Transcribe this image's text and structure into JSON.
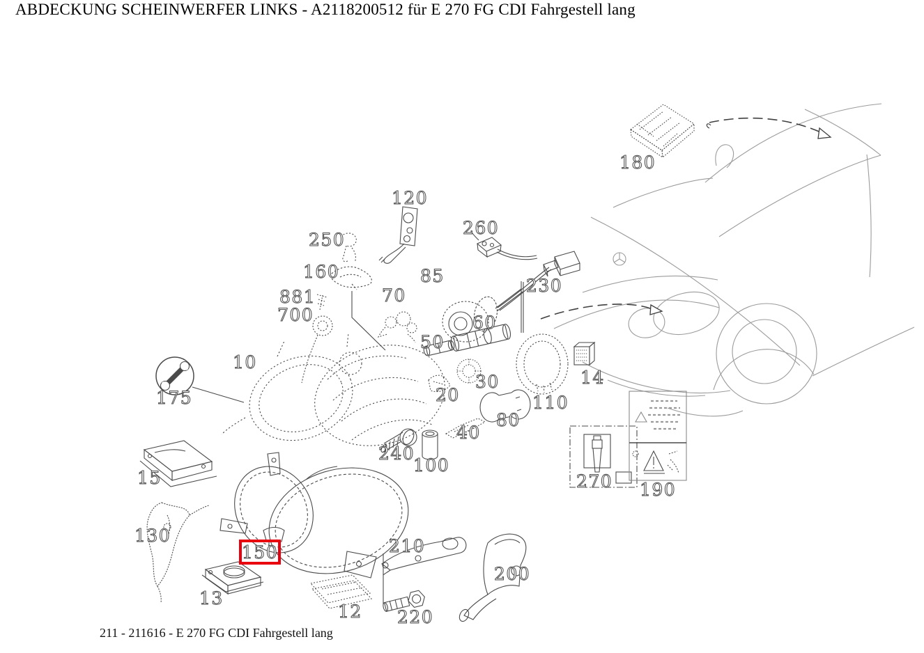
{
  "title": "ABDECKUNG SCHEINWERFER LINKS - A2118200512 für E 270 FG CDI Fahrgestell lang",
  "caption": "211 - 211616 - E 270 FG CDI Fahrgestell lang",
  "diagram": {
    "type": "exploded-parts-diagram",
    "highlighted_part": "150",
    "highlight_color": "#e8000e",
    "line_color": "#4a4a4a",
    "car_line_color": "#9b9b9b",
    "parts": [
      {
        "label": "10"
      },
      {
        "label": "12"
      },
      {
        "label": "13"
      },
      {
        "label": "14"
      },
      {
        "label": "15"
      },
      {
        "label": "20"
      },
      {
        "label": "30"
      },
      {
        "label": "40"
      },
      {
        "label": "50"
      },
      {
        "label": "60"
      },
      {
        "label": "70"
      },
      {
        "label": "80"
      },
      {
        "label": "85"
      },
      {
        "label": "100"
      },
      {
        "label": "110"
      },
      {
        "label": "120"
      },
      {
        "label": "130"
      },
      {
        "label": "150"
      },
      {
        "label": "160"
      },
      {
        "label": "175"
      },
      {
        "label": "180"
      },
      {
        "label": "190"
      },
      {
        "label": "200"
      },
      {
        "label": "210"
      },
      {
        "label": "220"
      },
      {
        "label": "230"
      },
      {
        "label": "240"
      },
      {
        "label": "250"
      },
      {
        "label": "260"
      },
      {
        "label": "270"
      },
      {
        "label": "700"
      },
      {
        "label": "881"
      }
    ]
  }
}
